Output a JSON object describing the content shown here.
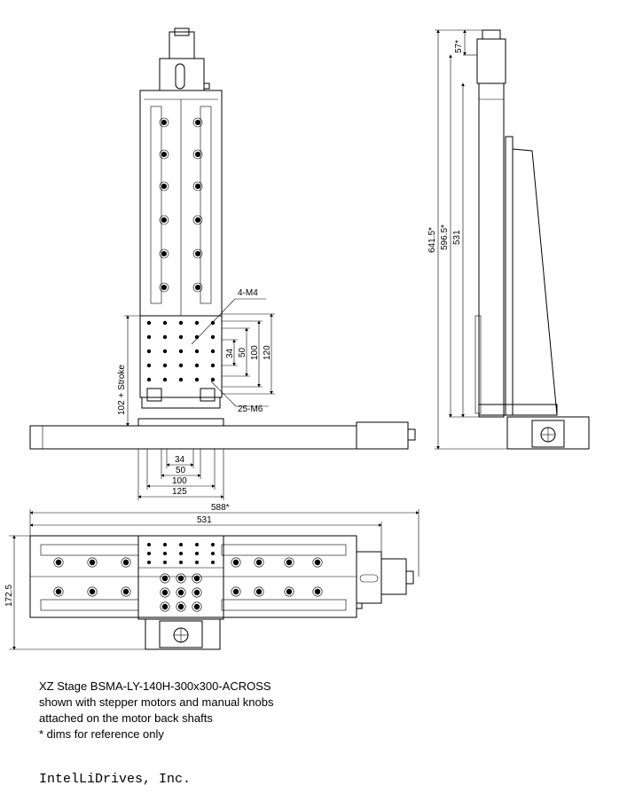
{
  "dims": {
    "front": {
      "label_4m4": "4-M4",
      "label_25m6": "25-M6",
      "v34": "34",
      "v50": "50",
      "v100": "100",
      "v120": "120",
      "stroke": "102 + Stroke",
      "h34": "34",
      "h50": "50",
      "h100": "100",
      "h125": "125"
    },
    "side": {
      "d57": "57*",
      "d641": "641.5*",
      "d596": "596.5*",
      "d531": "531"
    },
    "top": {
      "d588": "588*",
      "d531": "531",
      "d172": "172.5"
    }
  },
  "notes": {
    "line1": "XZ Stage BSMA-LY-140H-300x300-ACROSS",
    "line2": "shown with stepper motors and manual knobs",
    "line3": "attached on the motor back shafts",
    "line4": "* dims for reference only"
  },
  "company": "IntelLiDrives, Inc."
}
